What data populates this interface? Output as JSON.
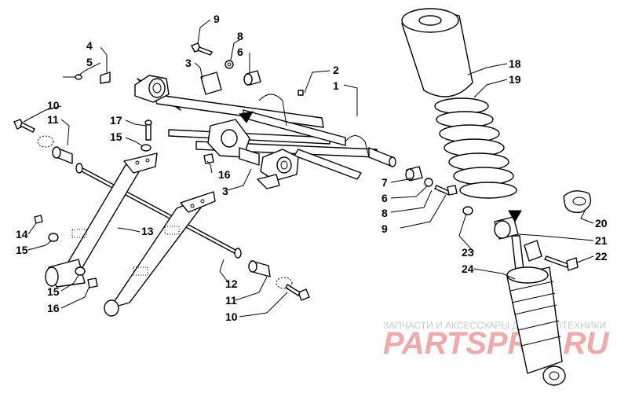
{
  "callouts": [
    {
      "id": "c9a",
      "text": "9"
    },
    {
      "id": "c8a",
      "text": "8"
    },
    {
      "id": "c6a",
      "text": "6"
    },
    {
      "id": "c4",
      "text": "4"
    },
    {
      "id": "c5",
      "text": "5"
    },
    {
      "id": "c3a",
      "text": "3"
    },
    {
      "id": "c2",
      "text": "2"
    },
    {
      "id": "c1",
      "text": "1"
    },
    {
      "id": "c10a",
      "text": "10"
    },
    {
      "id": "c11a",
      "text": "11"
    },
    {
      "id": "c17",
      "text": "17"
    },
    {
      "id": "c15a",
      "text": "15"
    },
    {
      "id": "c16a",
      "text": "16"
    },
    {
      "id": "c3b",
      "text": "3"
    },
    {
      "id": "c7",
      "text": "7"
    },
    {
      "id": "c6b",
      "text": "6"
    },
    {
      "id": "c8b",
      "text": "8"
    },
    {
      "id": "c9b",
      "text": "9"
    },
    {
      "id": "c14",
      "text": "14"
    },
    {
      "id": "c15b",
      "text": "15"
    },
    {
      "id": "c13",
      "text": "13"
    },
    {
      "id": "c15c",
      "text": "15"
    },
    {
      "id": "c16b",
      "text": "16"
    },
    {
      "id": "c12",
      "text": "12"
    },
    {
      "id": "c11b",
      "text": "11"
    },
    {
      "id": "c10b",
      "text": "10"
    },
    {
      "id": "c18",
      "text": "18"
    },
    {
      "id": "c19",
      "text": "19"
    },
    {
      "id": "c20",
      "text": "20"
    },
    {
      "id": "c21",
      "text": "21"
    },
    {
      "id": "c22",
      "text": "22"
    },
    {
      "id": "c23",
      "text": "23"
    },
    {
      "id": "c24",
      "text": "24"
    }
  ],
  "watermark": {
    "line1": "ЗАПЧАСТИ И АКСЕССУАРЫ ДЛЯ МОТОТЕХНИКИ",
    "line2": "PARTSPRO.RU"
  },
  "colors": {
    "line": "#000000",
    "watermark_red": "#ee9a9a",
    "watermark_gray": "#c9c9c9"
  }
}
